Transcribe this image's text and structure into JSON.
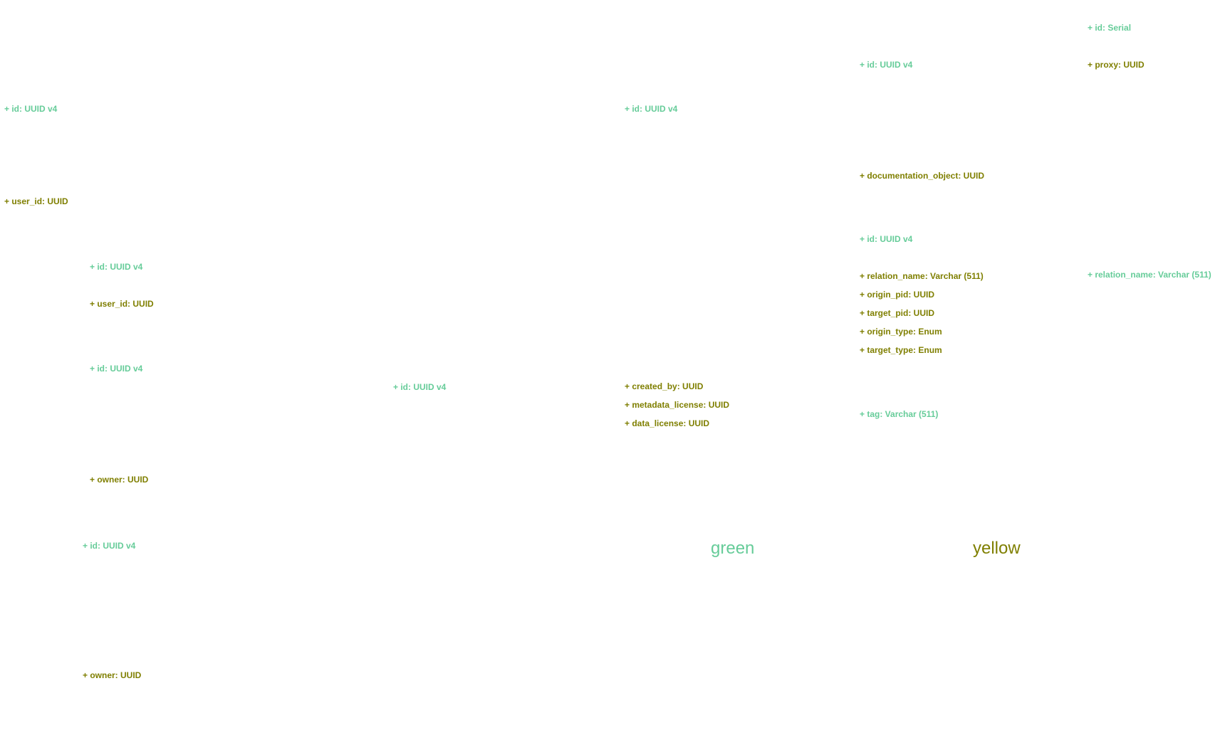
{
  "colors": {
    "primary_key": "#66cc99",
    "foreign_key": "#7f7f00"
  },
  "fields": [
    {
      "text": "+ id: UUID v4",
      "kind": "pk"
    },
    {
      "text": "+ user_id: UUID",
      "kind": "fk"
    },
    {
      "text": "+ id: UUID v4",
      "kind": "pk"
    },
    {
      "text": "+ user_id: UUID",
      "kind": "fk"
    },
    {
      "text": "+ id: UUID v4",
      "kind": "pk"
    },
    {
      "text": "+ owner: UUID",
      "kind": "fk"
    },
    {
      "text": "+ id: UUID v4",
      "kind": "pk"
    },
    {
      "text": "+ owner: UUID",
      "kind": "fk"
    },
    {
      "text": "+ id: UUID v4",
      "kind": "pk"
    },
    {
      "text": "+ id: UUID v4",
      "kind": "pk"
    },
    {
      "text": "+ created_by: UUID",
      "kind": "fk"
    },
    {
      "text": "+ metadata_license: UUID",
      "kind": "fk"
    },
    {
      "text": "+ data_license: UUID",
      "kind": "fk"
    },
    {
      "text": "+ id: UUID v4",
      "kind": "pk"
    },
    {
      "text": "+ documentation_object: UUID",
      "kind": "fk"
    },
    {
      "text": "+ id: UUID v4",
      "kind": "pk"
    },
    {
      "text": "+ relation_name: Varchar (511)",
      "kind": "fk"
    },
    {
      "text": "+ origin_pid: UUID",
      "kind": "fk"
    },
    {
      "text": "+ target_pid: UUID",
      "kind": "fk"
    },
    {
      "text": "+ origin_type: Enum",
      "kind": "fk"
    },
    {
      "text": "+ target_type: Enum",
      "kind": "fk"
    },
    {
      "text": "+ tag: Varchar (511)",
      "kind": "pk"
    },
    {
      "text": "+ id: Serial",
      "kind": "pk"
    },
    {
      "text": "+ proxy: UUID",
      "kind": "fk"
    },
    {
      "text": "+ relation_name: Varchar (511)",
      "kind": "pk"
    }
  ],
  "legend": {
    "green": "green",
    "yellow": "yellow"
  }
}
